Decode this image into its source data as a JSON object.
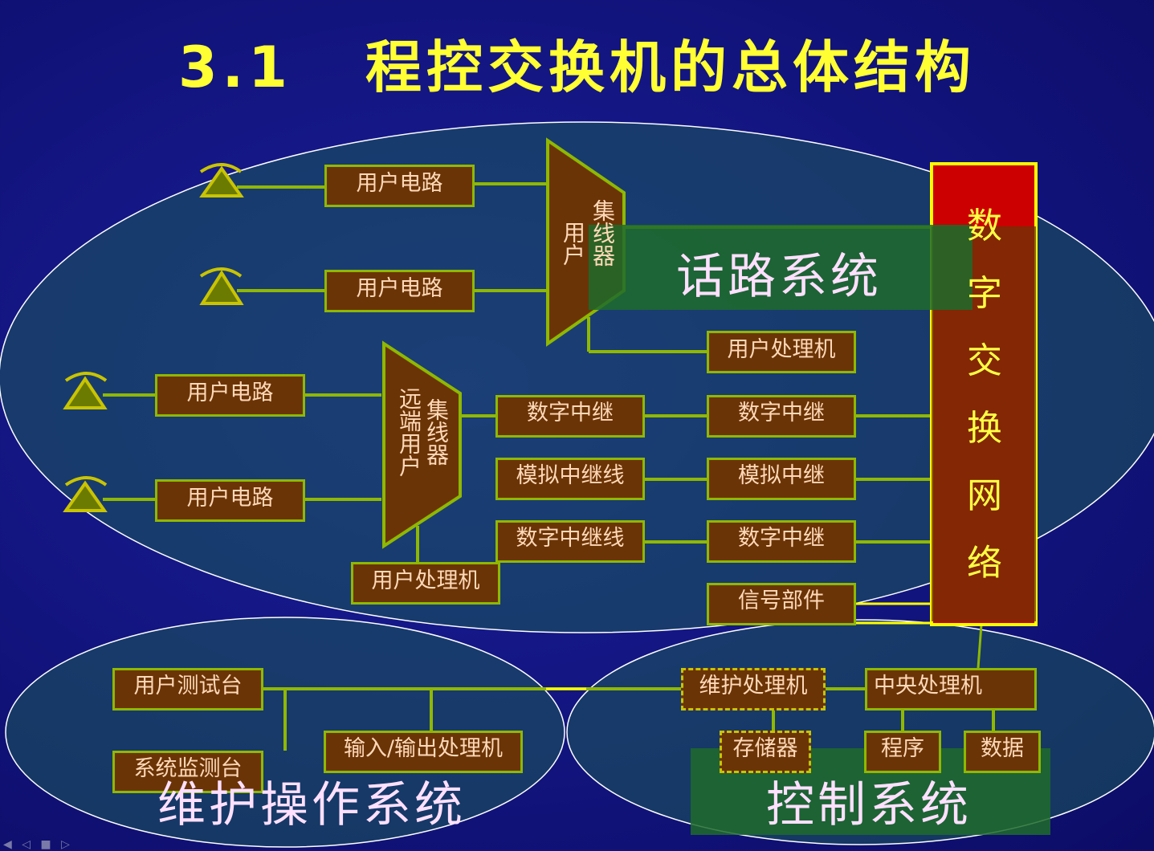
{
  "title": "3.1   程控交换机的总体结构",
  "systems": {
    "speech": "话路系统",
    "maintenance": "维护操作系统",
    "control": "控制系统"
  },
  "network_label": [
    "数",
    "字",
    "交",
    "换",
    "网",
    "络"
  ],
  "concentrators": {
    "local_left": "用户",
    "local_right": "集线器",
    "remote_left": "远端用户",
    "remote_right": "集线器"
  },
  "boxes": {
    "user_circuit_1": "用户电路",
    "user_circuit_2": "用户电路",
    "user_circuit_3": "用户电路",
    "user_circuit_4": "用户电路",
    "user_processor_top": "用户处理机",
    "user_processor_bottom": "用户处理机",
    "digital_trunk_1": "数字中继",
    "digital_trunk_2": "数字中继",
    "digital_trunk_line_top": "数字中继",
    "analog_trunk_line": "模拟中继线",
    "analog_trunk": "模拟中继",
    "digital_trunk_line": "数字中继线",
    "signal_unit": "信号部件",
    "user_test_desk": "用户测试台",
    "system_monitor_desk": "系统监测台",
    "io_processor": "输入/输出处理机",
    "maintenance_processor": "维护处理机",
    "central_processor": "中央处理机",
    "memory": "存储器",
    "program": "程序",
    "data": "数据"
  },
  "colors": {
    "background": "#141684",
    "title": "#ffff33",
    "box_fill": "#6b3406",
    "box_border": "#8fb800",
    "network_fill": "#cc0000",
    "network_border": "#ffff00",
    "line": "#8fb800",
    "ellipse_stroke": "#ffffff",
    "system_label_bg": "#1e6b2c"
  },
  "icons": [
    "telephone-icon",
    "telephone-icon",
    "telephone-icon",
    "telephone-icon"
  ]
}
